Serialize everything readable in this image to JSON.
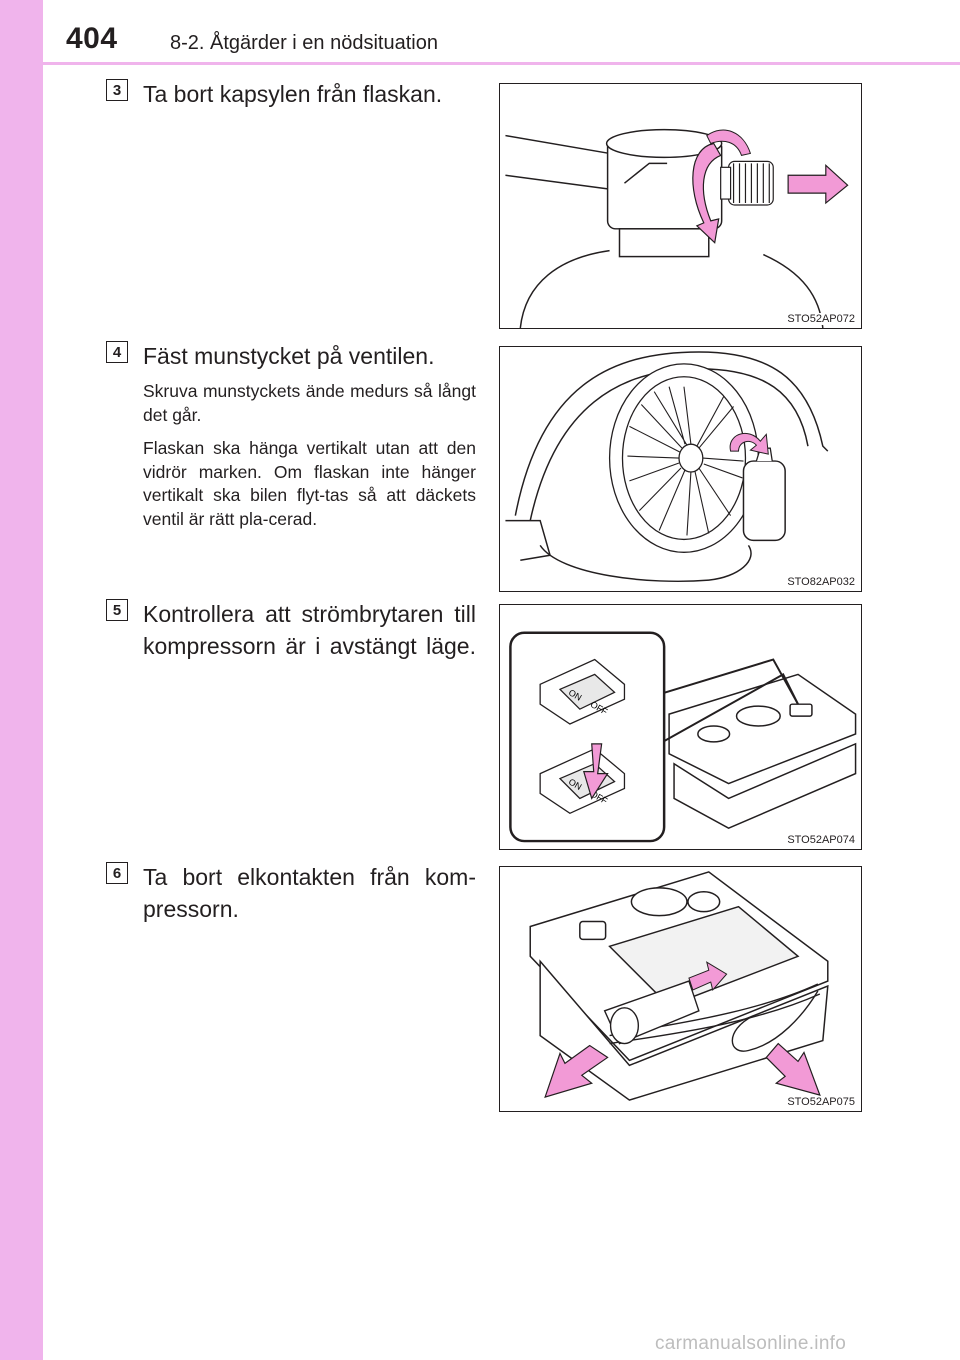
{
  "header": {
    "page_number": "404",
    "section": "8-2. Åtgärder i en nödsituation"
  },
  "steps": [
    {
      "number": "3",
      "text": "Ta bort kapsylen från flaskan.",
      "notes": [],
      "figure_code": "STO52AP072"
    },
    {
      "number": "4",
      "text": "Fäst munstycket på ventilen.",
      "notes": [
        "Skruva munstyckets ände medurs så långt det går.",
        "Flaskan ska hänga vertikalt utan att den vidrör marken. Om flaskan inte hänger vertikalt ska bilen flyt-tas så att däckets ventil är rätt pla-cerad."
      ],
      "figure_code": "STO82AP032"
    },
    {
      "number": "5",
      "text": "Kontrollera att strömbrytaren till kompressorn är i avstängt läge.",
      "notes": [],
      "figure_code": "STO52AP074"
    },
    {
      "number": "6",
      "text": "Ta bort elkontakten från kom-pressorn.",
      "notes": [],
      "figure_code": "STO52AP075"
    }
  ],
  "switch_labels": {
    "on": "ON",
    "off": "OFF"
  },
  "watermark": "carmanualsonline.info",
  "colors": {
    "accent_pink": "#f0b4ec",
    "arrow_pink": "#f29ad6",
    "text": "#231f20"
  }
}
